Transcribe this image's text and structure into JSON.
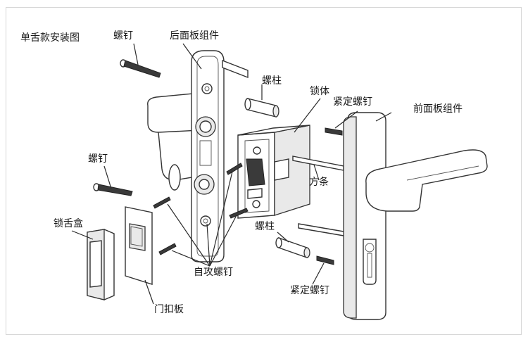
{
  "title": "单舌款安装图",
  "labels": {
    "screw_top": "螺钉",
    "rear_panel": "后面板组件",
    "stud_top": "螺柱",
    "lock_body": "锁体",
    "set_screw_top": "紧定螺钉",
    "front_panel": "前面板组件",
    "screw_left": "螺钉",
    "square_bar": "方条",
    "latch_box": "锁舌盒",
    "stud_bottom": "螺柱",
    "tapping_screws": "自攻螺钉",
    "set_screw_bottom": "紧定螺钉",
    "strike_plate": "门扣板"
  }
}
